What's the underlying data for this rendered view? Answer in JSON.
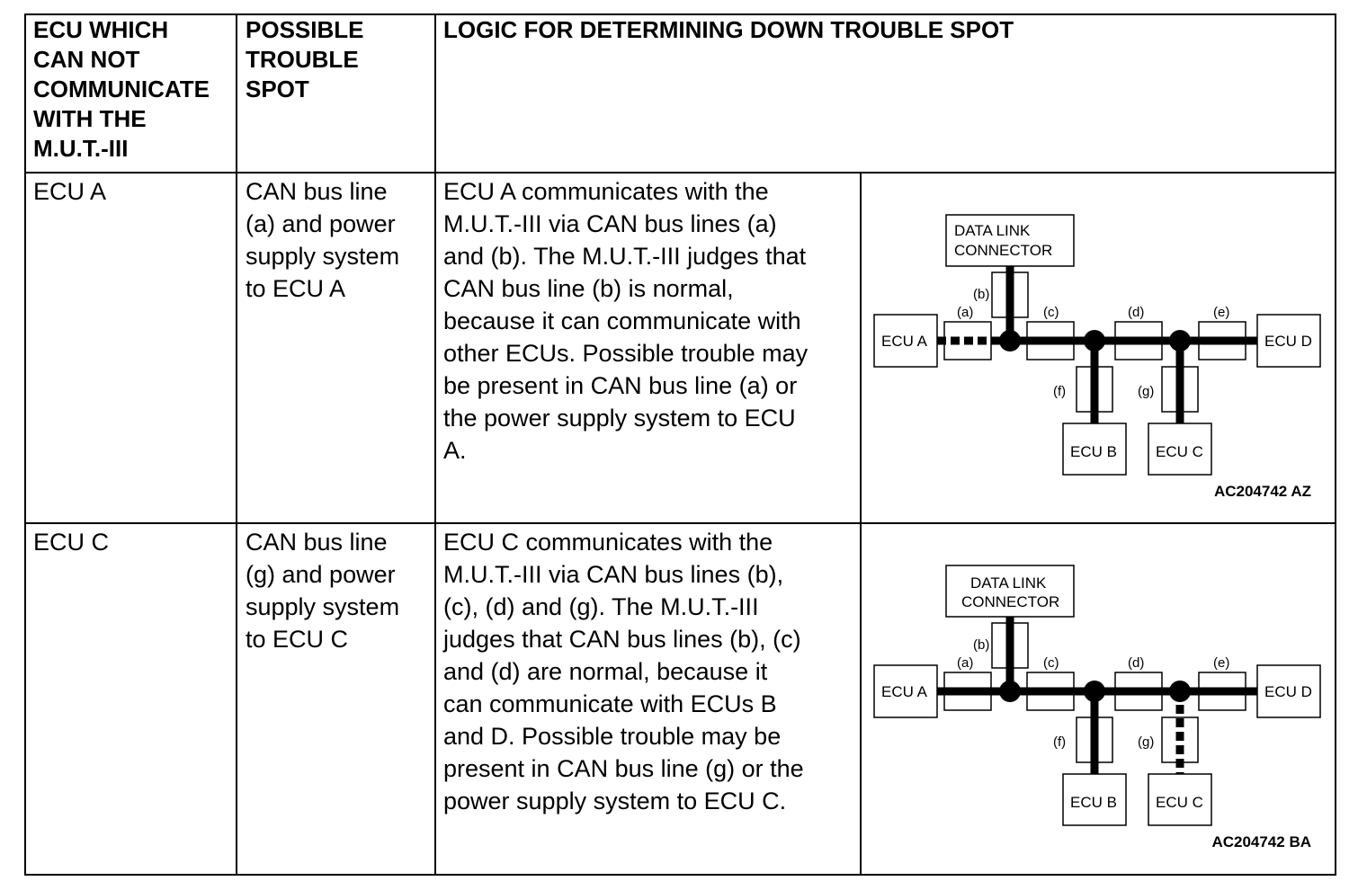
{
  "headers": {
    "col1": "ECU WHICH\nCAN NOT\nCOMMUNICATE\nWITH THE\nM.U.T.-III",
    "col2": "POSSIBLE\nTROUBLE\nSPOT",
    "col3": "LOGIC FOR DETERMINING DOWN TROUBLE SPOT"
  },
  "rows": [
    {
      "ecu": "ECU A",
      "trouble": "CAN bus line\n(a) and power\nsupply system\nto ECU A",
      "logic": "ECU A communicates with the\nM.U.T.-III via CAN bus lines (a)\nand (b). The M.U.T.-III judges that\nCAN bus line (b) is normal,\nbecause it can communicate with\nother ECUs. Possible trouble may\nbe present in CAN bus line (a) or\nthe power supply system to ECU\nA.",
      "diagram": {
        "connector_line1": "DATA LINK",
        "connector_line2": "CONNECTOR",
        "lbl_a": "(a)",
        "lbl_b": "(b)",
        "lbl_c": "(c)",
        "lbl_d": "(d)",
        "lbl_e": "(e)",
        "lbl_f": "(f)",
        "lbl_g": "(g)",
        "ecu_a": "ECU A",
        "ecu_b": "ECU B",
        "ecu_c": "ECU C",
        "ecu_d": "ECU D",
        "code": "AC204742 AZ",
        "faulty_line": "a"
      }
    },
    {
      "ecu": "ECU C",
      "trouble": "CAN bus line\n(g) and power\nsupply system\nto ECU C",
      "logic": "ECU C communicates with the\nM.U.T.-III via CAN bus lines (b),\n(c), (d) and (g). The M.U.T.-III\njudges that CAN bus lines (b), (c)\nand (d) are normal, because it\ncan communicate with ECUs B\nand D. Possible trouble may be\npresent in CAN bus line (g) or the\npower supply system to ECU C.",
      "diagram": {
        "connector_line1": "DATA LINK",
        "connector_line2": "CONNECTOR",
        "lbl_a": "(a)",
        "lbl_b": "(b)",
        "lbl_c": "(c)",
        "lbl_d": "(d)",
        "lbl_e": "(e)",
        "lbl_f": "(f)",
        "lbl_g": "(g)",
        "ecu_a": "ECU A",
        "ecu_b": "ECU B",
        "ecu_c": "ECU C",
        "ecu_d": "ECU D",
        "code": "AC204742 BA",
        "faulty_line": "g"
      }
    }
  ]
}
